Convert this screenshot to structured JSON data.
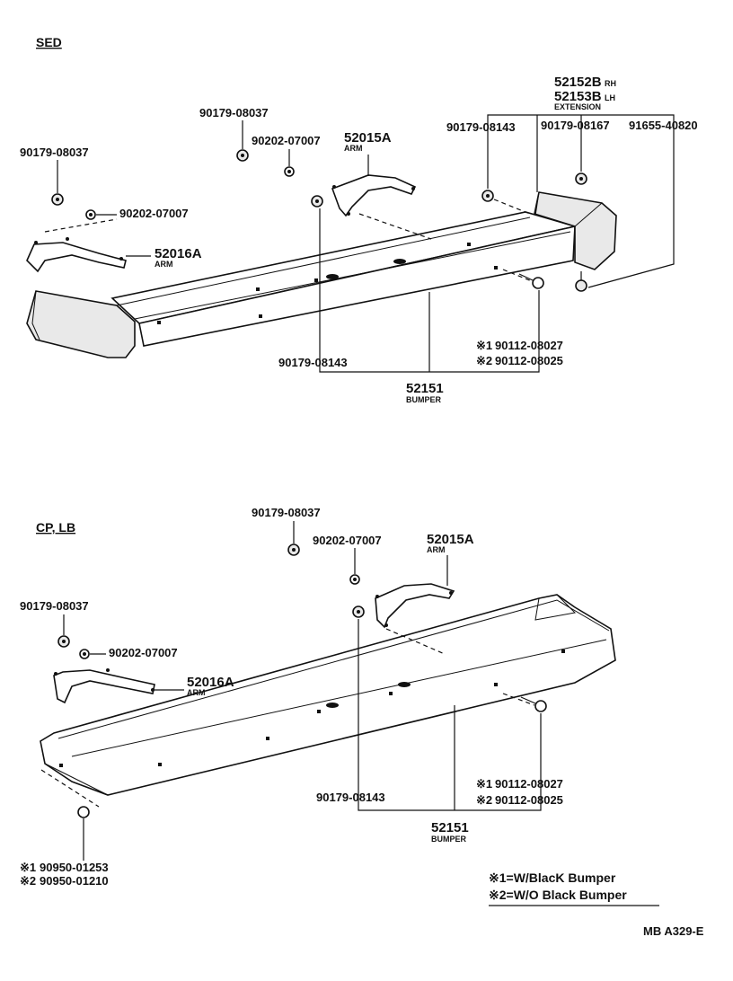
{
  "sed": {
    "header": "SED",
    "bolt_left": "90179-08037",
    "washer_left": "90202-07007",
    "arm_left": "52016A",
    "arm_left_sub": "ARM",
    "bolt_mid": "90179-08037",
    "washer_mid": "90202-07007",
    "arm_right": "52015A",
    "arm_right_sub": "ARM",
    "ext_rh": "52152B",
    "ext_rh_side": "RH",
    "ext_lh": "52153B",
    "ext_lh_side": "LH",
    "ext_sub": "EXTENSION",
    "nut_ext1": "90179-08143",
    "nut_ext2": "90179-08167",
    "screw_ext": "91655-40820",
    "nut_arm": "90179-08143",
    "bolt_note1": "※1",
    "bolt1": "90112-08027",
    "bolt_note2": "※2",
    "bolt2": "90112-08025",
    "bumper": "52151",
    "bumper_sub": "BUMPER"
  },
  "cp": {
    "header": "CP, LB",
    "bolt_top": "90179-08037",
    "washer_top": "90202-07007",
    "arm_right": "52015A",
    "arm_right_sub": "ARM",
    "bolt_left": "90179-08037",
    "washer_left": "90202-07007",
    "arm_left": "52016A",
    "arm_left_sub": "ARM",
    "bolt_note1": "※1",
    "bolt1": "90112-08027",
    "bolt_note2": "※2",
    "bolt2": "90112-08025",
    "nut_arm": "90179-08143",
    "bumper": "52151",
    "bumper_sub": "BUMPER",
    "plug_note1": "※1",
    "plug1": "90950-01253",
    "plug_note2": "※2",
    "plug2": "90950-01210"
  },
  "legend": {
    "line1": "※1=W/BlacK Bumper",
    "line2": "※2=W/O Black Bumper"
  },
  "code": "MB A329-E"
}
